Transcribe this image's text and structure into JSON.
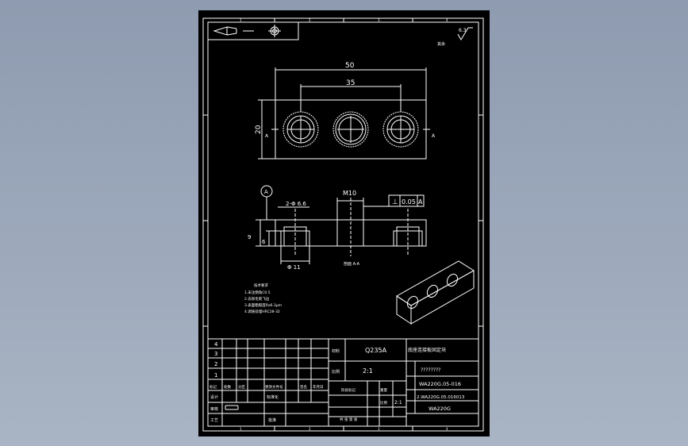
{
  "colors": {
    "background": "#9aa6b8",
    "sheet": "#000000",
    "lines": "#ffffff",
    "accent": "#ff3b3b"
  },
  "zone_numbers_top": [
    "1",
    "2",
    "3",
    "4"
  ],
  "zone_numbers_bottom": [
    "1",
    "2",
    "3",
    "4"
  ],
  "header": {
    "roughness": "6.3",
    "roughness_note": "其余"
  },
  "top_view": {
    "dim_width": "50",
    "dim_spacing": "35",
    "dim_height": "20",
    "section_marker": "A"
  },
  "section_view": {
    "datum_label": "A",
    "hole_callout": "2-Φ 6.6",
    "thread_callout": "M10",
    "tol_symbol": "⊥",
    "tol_value": "0.05",
    "tol_datum": "A",
    "dim_total_height": "9",
    "dim_counterbore_depth": "6",
    "dim_counterbore_dia": "Φ 11",
    "section_label": "剖面 A-A"
  },
  "tech_notes": {
    "title": "技术要求",
    "lines": [
      "1.未注倒角C0.5",
      "2.去除毛刺飞边",
      "3.表面粗糙度Ra6.3μm",
      "4.调质处理HRC28-32"
    ]
  },
  "title_block": {
    "revision_rows": [
      "4",
      "3",
      "2",
      "1"
    ],
    "revision_headers": [
      "标记",
      "处数",
      "分区",
      "更改文件号",
      "签名",
      "年月日"
    ],
    "sign_rows": [
      "设计",
      "审核",
      "工艺"
    ],
    "sign_std_label": "标准化",
    "sign_approve_label": "批准",
    "material_label": "材料",
    "material": "Q235A",
    "scale_label": "比例",
    "scale": "2:1",
    "stage_label": "阶段标记",
    "weight_label": "重量",
    "ratio_label": "比例",
    "ratio_value": "2:1",
    "sheet_label": "共 张 第 张",
    "part_title": "底座连接板固定块",
    "company": "????????",
    "drawing_no": "WA220G.05-016",
    "assembly_no": "2.WA220G.05.016013",
    "project": "WA220G"
  }
}
